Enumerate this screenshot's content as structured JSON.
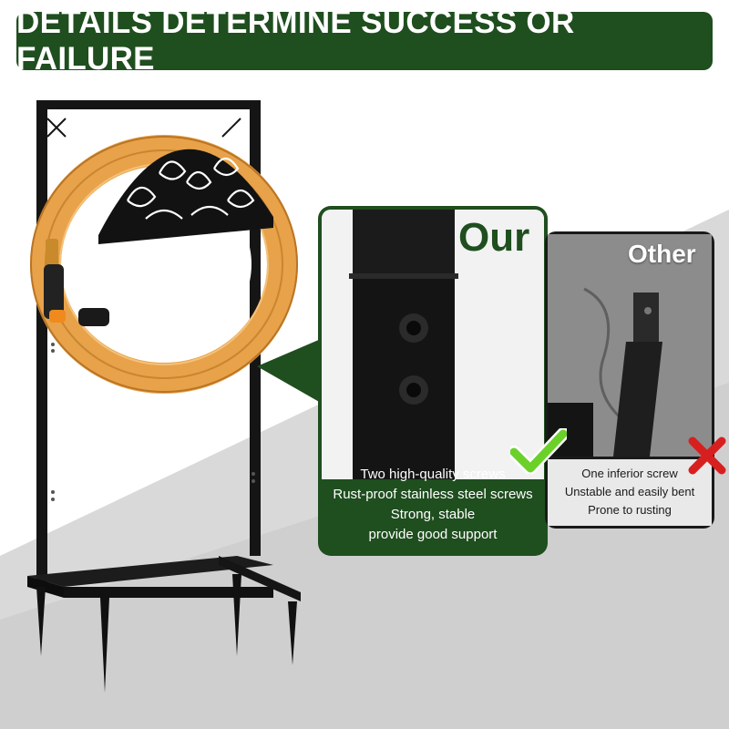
{
  "banner": {
    "title": "DETAILS DETERMINE SUCCESS OR FAILURE"
  },
  "comparison": {
    "ours": {
      "label": "Our",
      "points": [
        "Two high-quality screws",
        "Rust-proof stainless steel screws",
        "Strong, stable",
        "provide good support"
      ]
    },
    "other": {
      "label": "Other",
      "points": [
        "One inferior screw",
        "Unstable and easily bent",
        "Prone to rusting"
      ]
    }
  },
  "colors": {
    "brand_green": "#1f4e1f",
    "check_green": "#6bd12a",
    "cross_red": "#d81f1f",
    "hose_orange": "#e8a24a"
  },
  "icons": [
    "check-icon",
    "cross-icon"
  ]
}
